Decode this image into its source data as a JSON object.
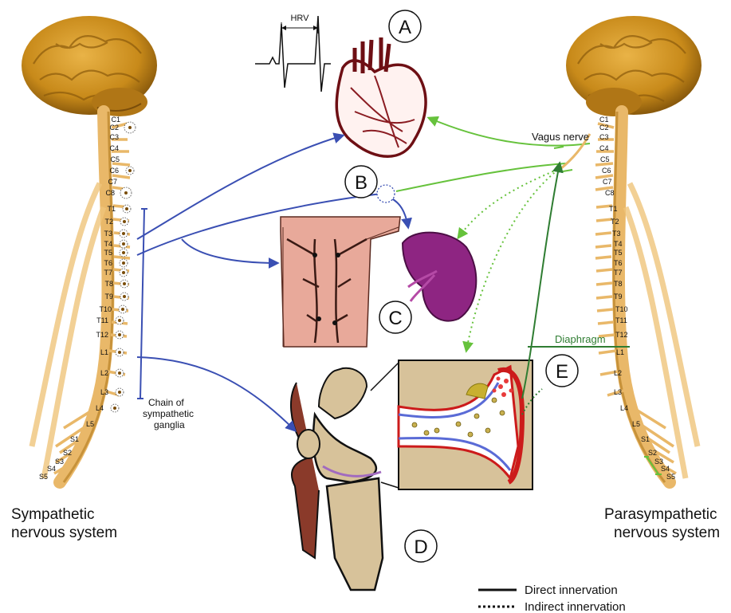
{
  "panels": {
    "a": "A",
    "b": "B",
    "c": "C",
    "d": "D",
    "e": "E"
  },
  "labels": {
    "hrv": "HRV",
    "vagus_nerve": "Vagus nerve",
    "diaphragm": "Diaphragm",
    "chain_line1": "Chain of",
    "chain_line2": "sympathetic",
    "chain_line3": "ganglia"
  },
  "systems": {
    "sympathetic_line1": "Sympathetic",
    "sympathetic_line2": "nervous system",
    "parasympathetic_line1": "Parasympathetic",
    "parasympathetic_line2": "nervous system"
  },
  "legend": {
    "direct": "Direct innervation",
    "indirect": "Indirect innervation"
  },
  "spine_segments": {
    "cervical": [
      "C1",
      "C2",
      "C3",
      "C4",
      "C5",
      "C6",
      "C7",
      "C8"
    ],
    "thoracic": [
      "T1",
      "T2",
      "T3",
      "T4",
      "T5",
      "T6",
      "T7",
      "T8",
      "T9",
      "T10",
      "T11",
      "T12"
    ],
    "lumbar": [
      "L1",
      "L2",
      "L3",
      "L4",
      "L5"
    ],
    "sacral": [
      "S1",
      "S2",
      "S3",
      "S4",
      "S5"
    ]
  },
  "colors": {
    "sympathetic": "#3a4fb3",
    "vagus_light": "#66c23c",
    "vagus_dark": "#2f7d32",
    "brain": "#c88a1a",
    "spine": "#e5b25a",
    "spleen": "#8e2582",
    "skin": "#e8a99a"
  }
}
